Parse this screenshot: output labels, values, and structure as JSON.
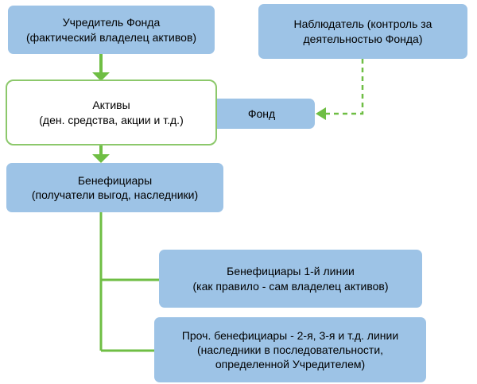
{
  "diagram": {
    "type": "flowchart",
    "language": "ru",
    "colors": {
      "box_blue": "#9DC3E6",
      "arrow_green": "#6FBE44",
      "assets_border_green": "#8CC86B",
      "text": "#000000",
      "background": "#FFFFFF"
    },
    "boxes": {
      "founder": {
        "lines": [
          "Учредитель Фонда",
          "(фактический владелец активов)"
        ]
      },
      "observer": {
        "lines": [
          "Наблюдатель (контроль за",
          "деятельностью Фонда)"
        ]
      },
      "assets": {
        "lines": [
          "Активы",
          "(ден. средства, акции и т.д.)"
        ]
      },
      "fund": {
        "lines": [
          "Фонд"
        ]
      },
      "beneficiaries": {
        "lines": [
          "Бенефициары",
          "(получатели выгод, наследники)"
        ]
      },
      "first_line_beneficiaries": {
        "lines": [
          "Бенефициары 1-й линии",
          "(как правило - сам владелец активов)"
        ]
      },
      "other_beneficiaries": {
        "lines": [
          "Проч. бенефициары - 2-я, 3-я и т.д. линии",
          "(наследники в последовательности,",
          "определенной Учредителем)"
        ]
      }
    },
    "edges": [
      {
        "from": "founder",
        "to": "assets",
        "style": "solid-arrow"
      },
      {
        "from": "assets",
        "to": "beneficiaries",
        "style": "solid-arrow"
      },
      {
        "from": "observer",
        "to": "fund",
        "style": "dashed-arrow"
      },
      {
        "from": "beneficiaries",
        "to": "first_line_beneficiaries",
        "style": "elbow-line"
      },
      {
        "from": "beneficiaries",
        "to": "other_beneficiaries",
        "style": "elbow-line"
      }
    ]
  }
}
